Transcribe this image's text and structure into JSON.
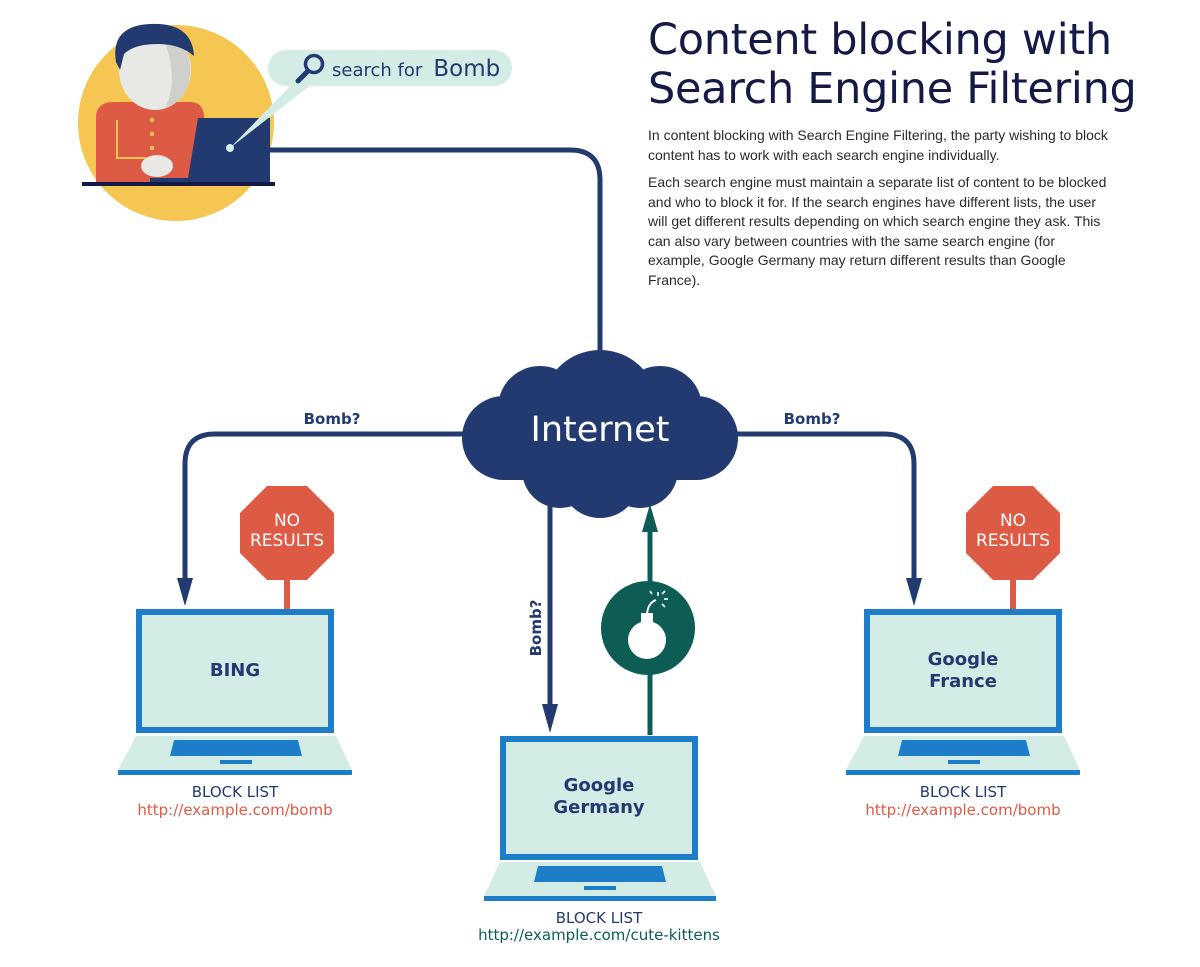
{
  "title_line1": "Content blocking with",
  "title_line2": "Search Engine Filtering",
  "paragraphs": [
    "In content blocking with Search Engine Filtering, the party wishing to block content has to work with each search engine individually.",
    "Each search engine must maintain a separate list of content to be blocked and who to block it for. If the search engines have different lists, the user will get different results depending on which search engine they ask. This can also vary between countries with the same search engine (for example, Google Germany may return different results than Google France)."
  ],
  "search_bubble": {
    "prefix": "search for",
    "term": "Bomb"
  },
  "internet_label": "Internet",
  "query_labels": {
    "left": "Bomb?",
    "right": "Bomb?",
    "center": "Bomb?"
  },
  "stop_sign": {
    "line1": "NO",
    "line2": "RESULTS"
  },
  "engines": {
    "bing": {
      "name": "BING",
      "block_list_label": "BLOCK LIST",
      "block_list_url": "http://example.com/bomb"
    },
    "germany": {
      "name_line1": "Google",
      "name_line2": "Germany",
      "block_list_label": "BLOCK LIST",
      "block_list_url": "http://example.com/cute-kittens"
    },
    "france": {
      "name_line1": "Google",
      "name_line2": "France",
      "block_list_label": "BLOCK LIST",
      "block_list_url": "http://example.com/bomb"
    }
  },
  "colors": {
    "navy": "#223a70",
    "title": "#141a45",
    "stop_red": "#dd5a44",
    "laptop_blue": "#1e7dc8",
    "laptop_screen": "#d4ece6",
    "teal": "#0e5d55",
    "sun_yellow": "#f5c652",
    "bubble": "#d4ece6"
  }
}
